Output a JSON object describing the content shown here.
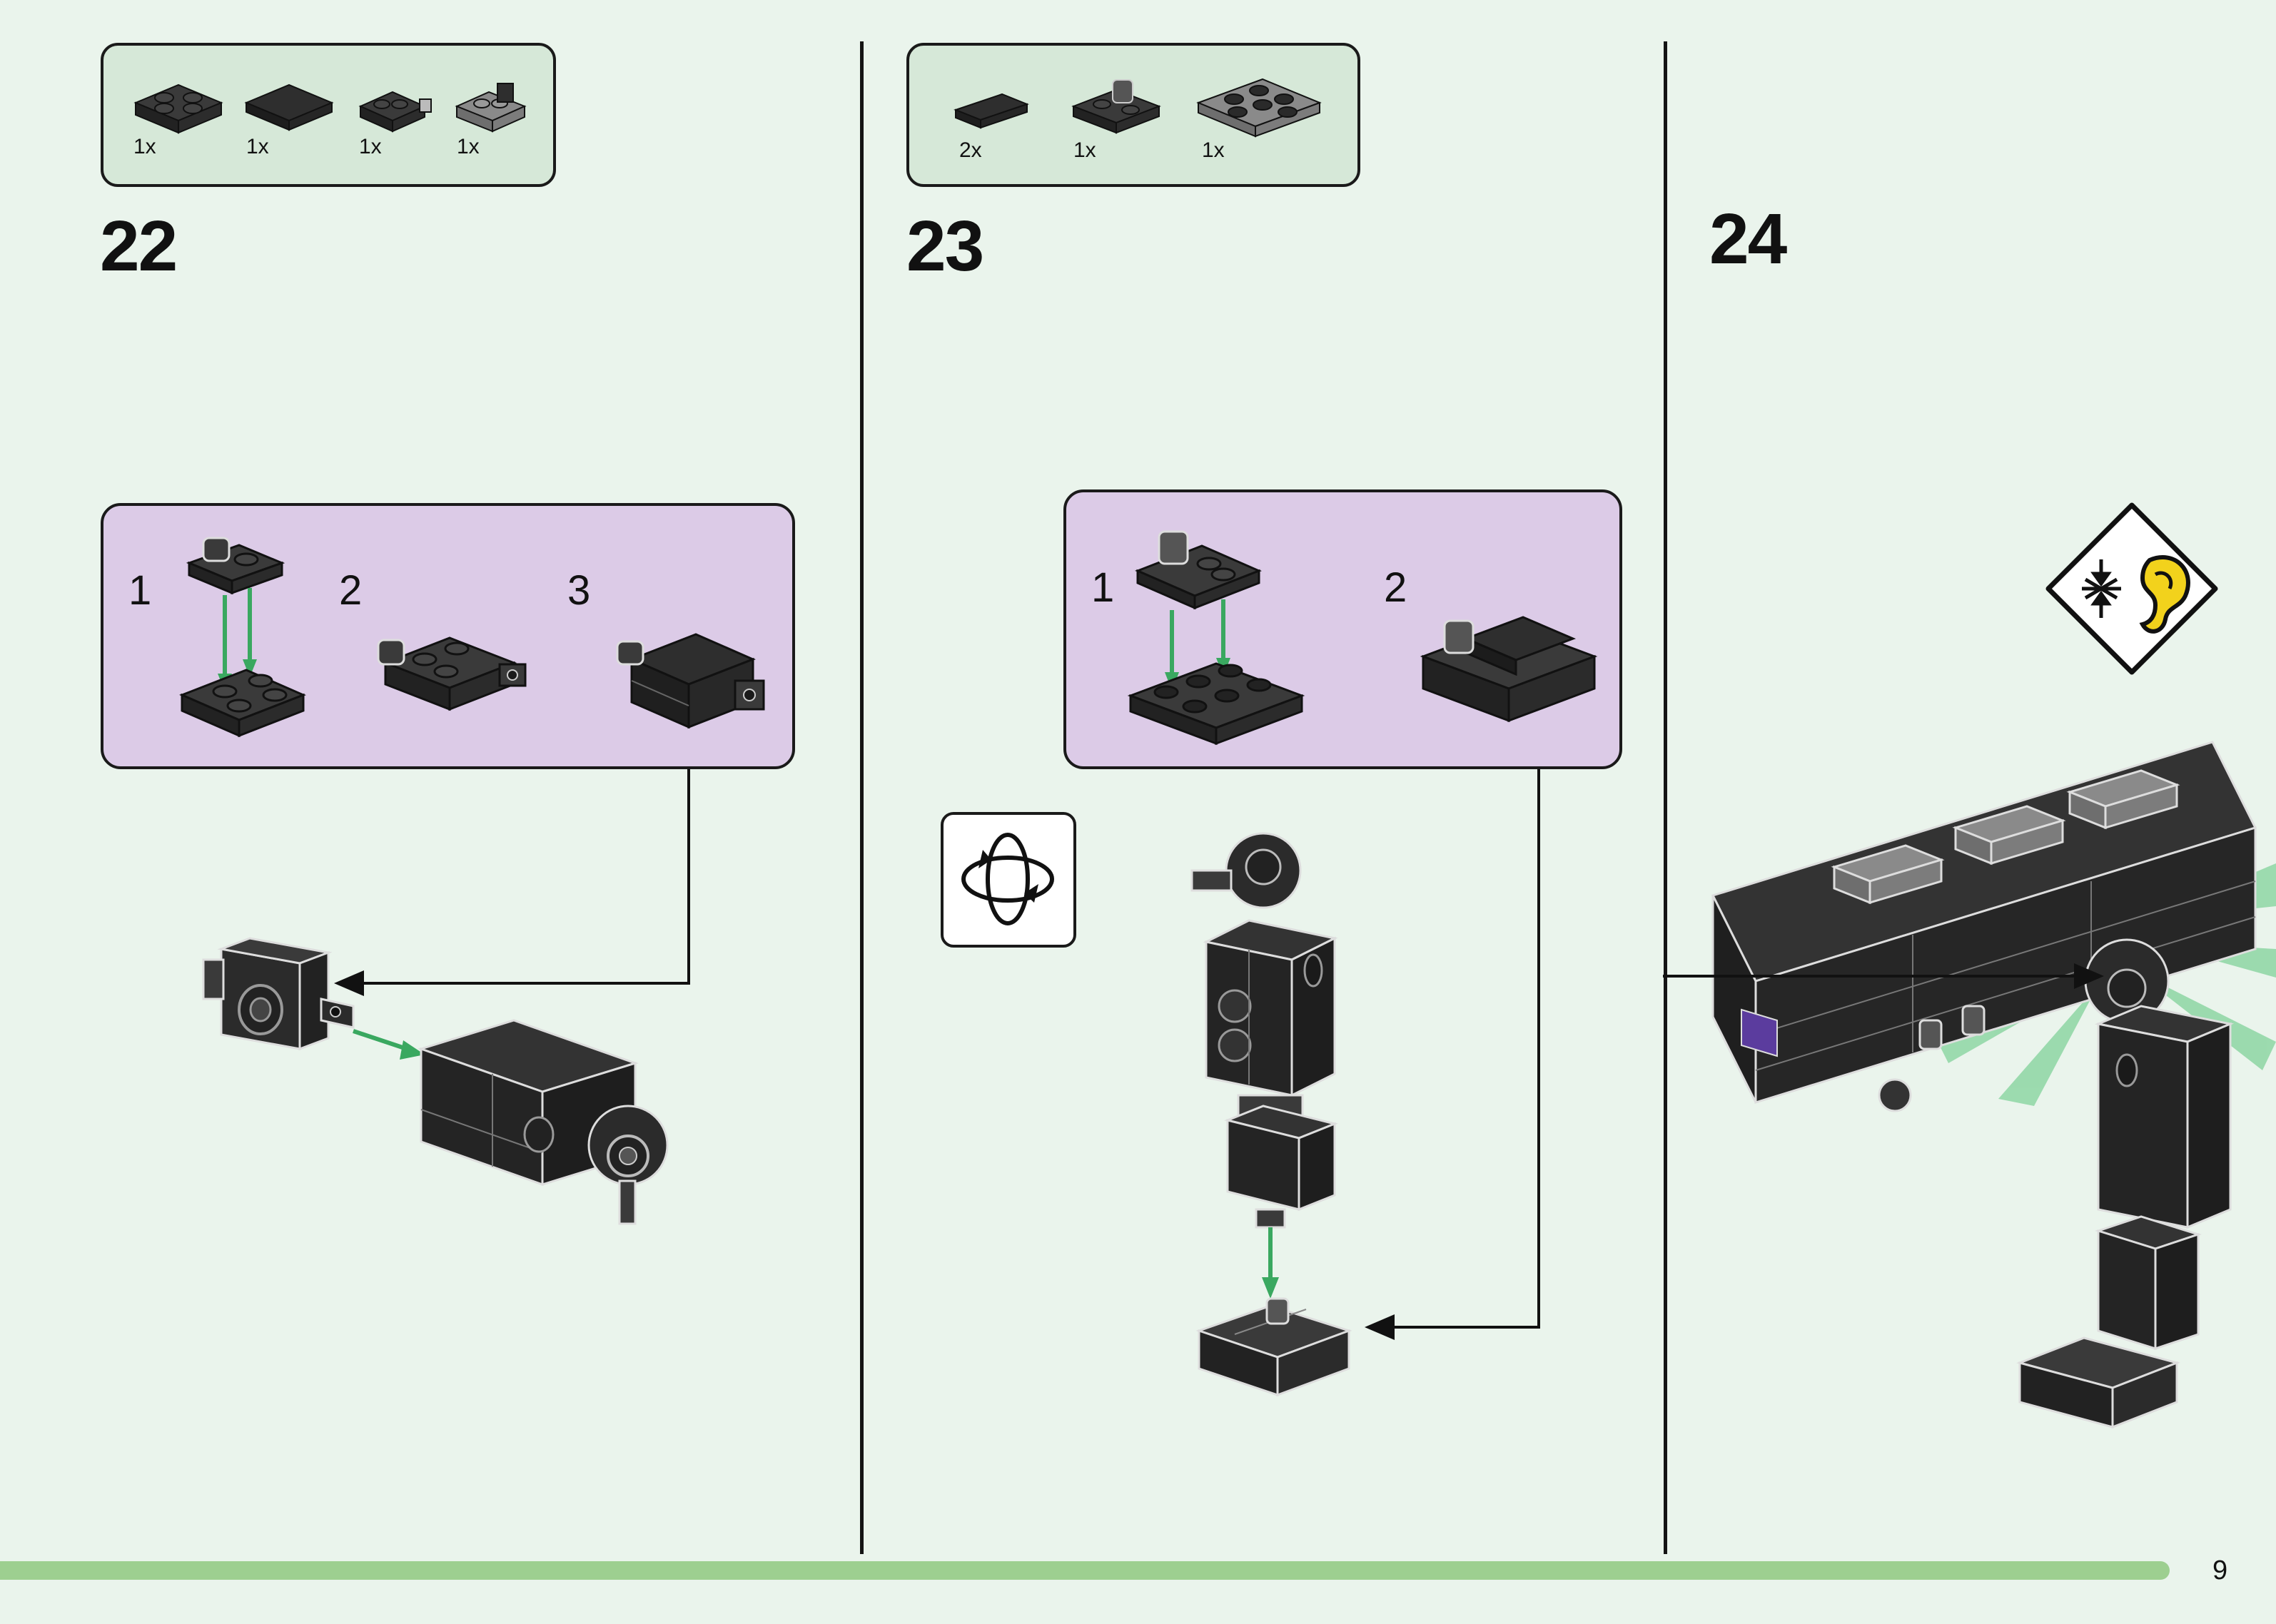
{
  "steps": [
    {
      "number": "22",
      "parts": [
        {
          "qty": "1x",
          "icon": "plate-2x2-icon"
        },
        {
          "qty": "1x",
          "icon": "tile-2x2-icon"
        },
        {
          "qty": "1x",
          "icon": "plate-with-clip-icon"
        },
        {
          "qty": "1x",
          "icon": "plate-with-bracket-icon"
        }
      ],
      "substeps": [
        "1",
        "2",
        "3"
      ]
    },
    {
      "number": "23",
      "parts": [
        {
          "qty": "2x",
          "icon": "tile-1x2-icon"
        },
        {
          "qty": "1x",
          "icon": "plate-with-clip-icon"
        },
        {
          "qty": "1x",
          "icon": "plate-2x3-icon"
        }
      ],
      "substeps": [
        "1",
        "2"
      ],
      "callout_icon": "rotate-model-icon"
    },
    {
      "number": "24",
      "callout_icon": "click-sound-icon"
    }
  ],
  "colors": {
    "background": "#eaf4ec",
    "parts_box": "#d6e8d8",
    "substep_box": "#dccbe7",
    "brick_dark": "#2b2b2b",
    "brick_gray": "#8a8a8a",
    "arrow_green": "#3aa860",
    "footer_bar": "#9dcf90",
    "warning_yellow": "#f2d21c",
    "accent_purple": "#5b3c9e"
  },
  "page": {
    "number": "9"
  }
}
